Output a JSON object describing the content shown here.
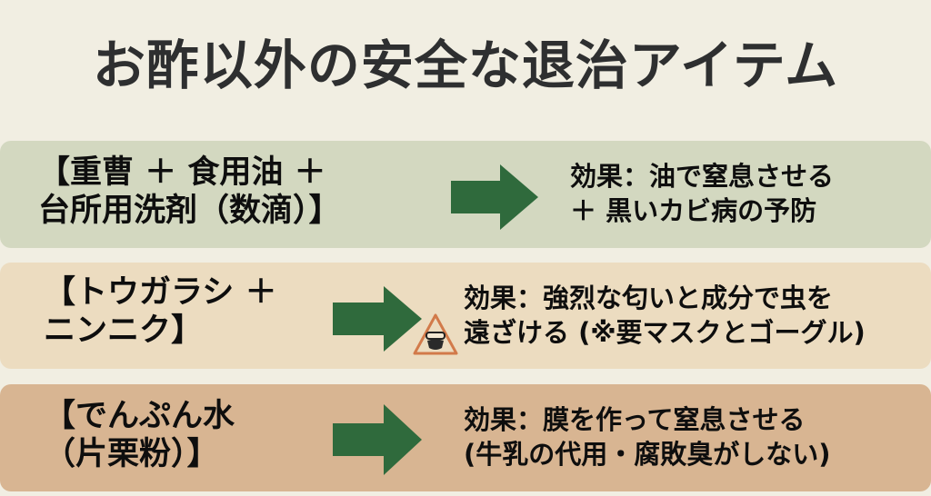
{
  "title": "お酢以外の安全な退治アイテム",
  "colors": {
    "background": "#f1eee2",
    "title_text": "#2e2f30",
    "card1_bg": "#d3d8c0",
    "card2_bg": "#ecdcc0",
    "card3_bg": "#d8b592",
    "arrow": "#2f6a3c",
    "warning_stroke": "#d27a4a"
  },
  "items": [
    {
      "name_line1": "【重曹 ＋ 食用油 ＋",
      "name_line2": "台所用洗剤（数滴）】",
      "arrow_icon": "right-arrow",
      "effect_line1": "効果：油で窒息させる",
      "effect_line2": "＋ 黒いカビ病の予防"
    },
    {
      "name_line1": "【トウガラシ ＋",
      "name_line2": "ニンニク】",
      "arrow_icon": "right-arrow",
      "warning_icon": "mask-goggles-warning",
      "effect_line1": "効果：強烈な匂いと成分で虫を",
      "effect_line2": "遠ざける (※要マスクとゴーグル)"
    },
    {
      "name_line1": "【でんぷん水",
      "name_line2": "（片栗粉）】",
      "arrow_icon": "right-arrow",
      "effect_line1": "効果：膜を作って窒息させる",
      "effect_line2": "(牛乳の代用・腐敗臭がしない)"
    }
  ]
}
